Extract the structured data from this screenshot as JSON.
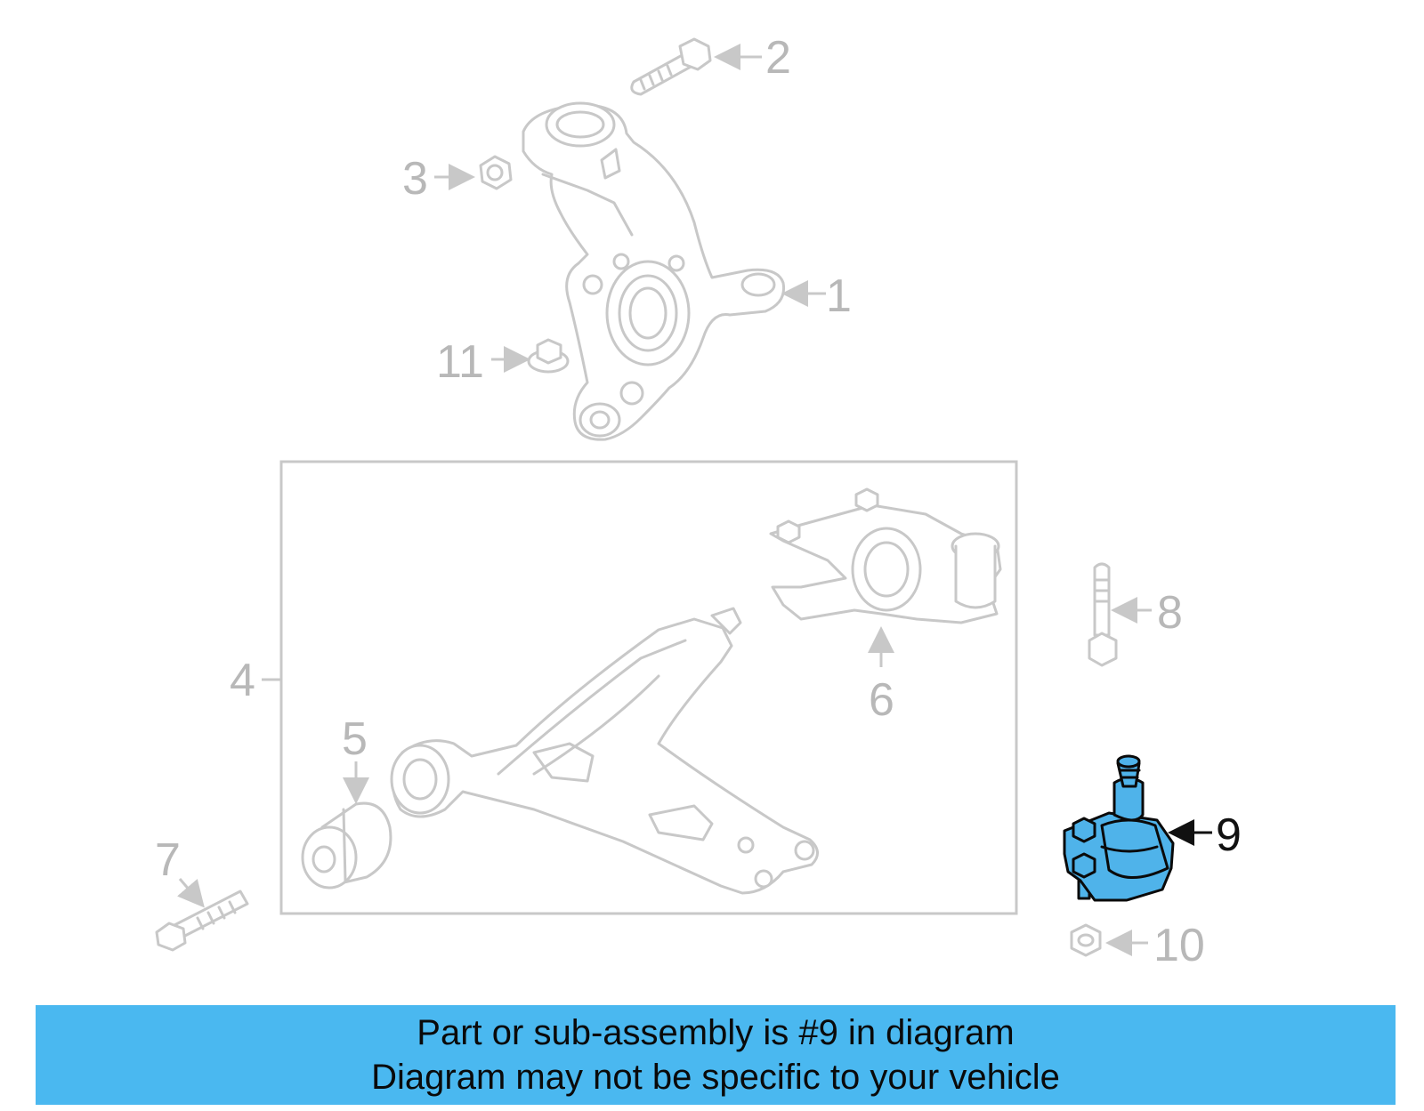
{
  "callouts": {
    "c1": "1",
    "c2": "2",
    "c3": "3",
    "c4": "4",
    "c5": "5",
    "c6": "6",
    "c7": "7",
    "c8": "8",
    "c9": "9",
    "c10": "10",
    "c11": "11"
  },
  "highlighted_part": "9",
  "colors": {
    "highlight": "#4fb3ea",
    "banner": "#4ab8f0",
    "faded_lines": "#c8c8c8"
  },
  "banner": {
    "line1": "Part or sub-assembly is #9 in diagram",
    "line2": "Diagram may not be specific to your vehicle"
  }
}
